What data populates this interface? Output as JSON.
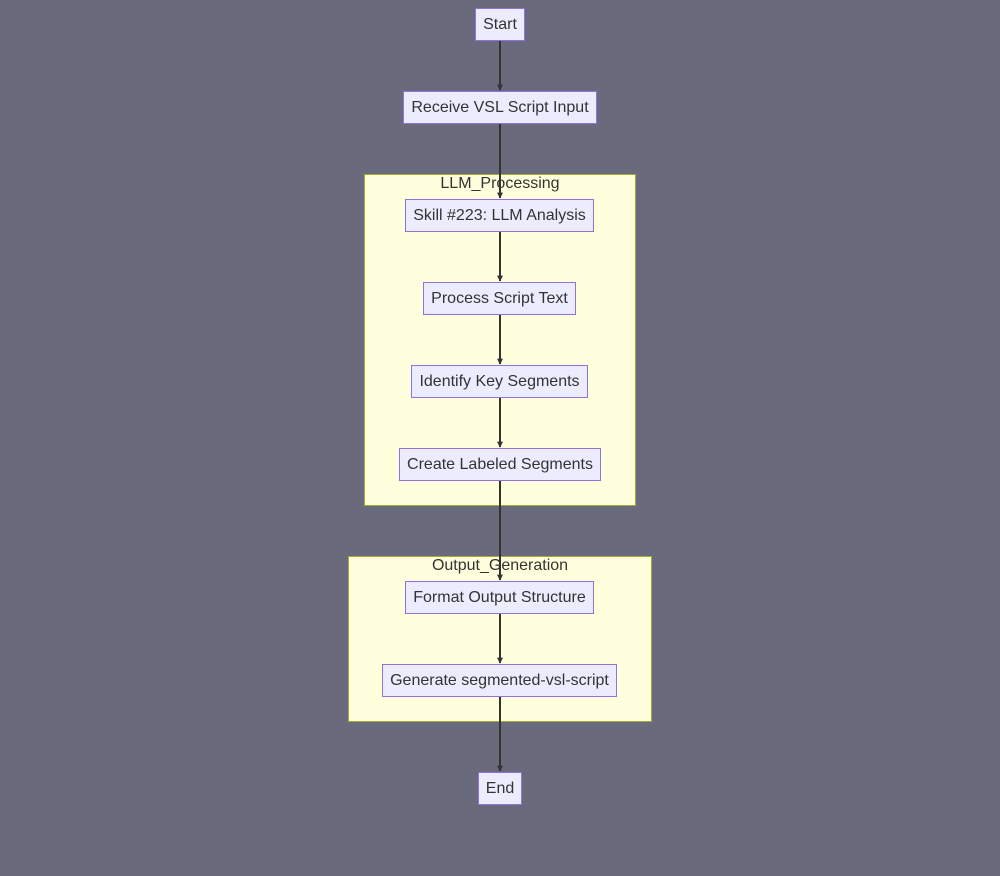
{
  "flowchart": {
    "clusters": {
      "llm_processing": {
        "label": "LLM_Processing"
      },
      "output_generation": {
        "label": "Output_Generation"
      }
    },
    "nodes": {
      "start": "Start",
      "receive": "Receive VSL Script Input",
      "skill": "Skill #223: LLM Analysis",
      "process": "Process Script Text",
      "identify": "Identify Key Segments",
      "create": "Create Labeled Segments",
      "format": "Format Output Structure",
      "generate": "Generate segmented-vsl-script",
      "end": "End"
    },
    "edges": [
      {
        "from": "start",
        "to": "receive"
      },
      {
        "from": "receive",
        "to": "skill"
      },
      {
        "from": "skill",
        "to": "process"
      },
      {
        "from": "process",
        "to": "identify"
      },
      {
        "from": "identify",
        "to": "create"
      },
      {
        "from": "create",
        "to": "format"
      },
      {
        "from": "format",
        "to": "generate"
      },
      {
        "from": "generate",
        "to": "end"
      }
    ]
  },
  "colors": {
    "background": "#696b7d",
    "node_fill": "#ececff",
    "node_border": "#9370db",
    "cluster_fill": "#ffffde",
    "cluster_border": "#aaaa33",
    "edge": "#333333",
    "text": "#333333"
  }
}
